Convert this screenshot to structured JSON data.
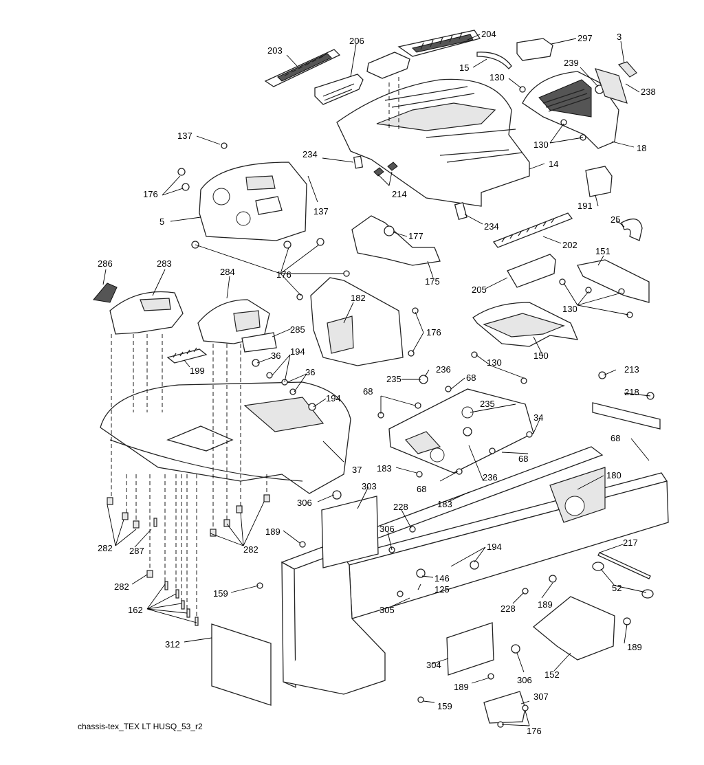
{
  "figure_id": "chassis-tex_TEX LT HUSQ_53_r2",
  "callouts": {
    "c203": "203",
    "c206": "206",
    "c204": "204",
    "c297": "297",
    "c3": "3",
    "c15": "15",
    "c130a": "130",
    "c239": "239",
    "c238": "238",
    "c130b": "130",
    "c18": "18",
    "c137a": "137",
    "c234a": "234",
    "c14": "14",
    "c176a": "176",
    "c214": "214",
    "c137b": "137",
    "c191": "191",
    "c5": "5",
    "c177": "177",
    "c234b": "234",
    "c25": "25",
    "c202": "202",
    "c151": "151",
    "c286": "286",
    "c283": "283",
    "c284": "284",
    "c176b": "176",
    "c175": "175",
    "c182": "182",
    "c205": "205",
    "c130c": "130",
    "c176c": "176",
    "c285": "285",
    "c150": "150",
    "c36a": "36",
    "c194a": "194",
    "c199": "199",
    "c36b": "36",
    "c236a": "236",
    "c235a": "235",
    "c68a": "68",
    "c130d": "130",
    "c213": "213",
    "c68b": "68",
    "c194b": "194",
    "c235b": "235",
    "c218": "218",
    "c34": "34",
    "c68c": "68",
    "c68d": "68",
    "c183a": "183",
    "c180": "180",
    "c37": "37",
    "c68e": "68",
    "c236b": "236",
    "c303": "303",
    "c183b": "183",
    "c306a": "306",
    "c228a": "228",
    "c189a": "189",
    "c306b": "306",
    "c194c": "194",
    "c217": "217",
    "c282a": "282",
    "c287": "287",
    "c282b": "282",
    "c146": "146",
    "c125": "125",
    "c52": "52",
    "c282c": "282",
    "c159a": "159",
    "c162": "162",
    "c305": "305",
    "c228b": "228",
    "c189b": "189",
    "c189c": "189",
    "c312": "312",
    "c304": "304",
    "c152": "152",
    "c189d": "189",
    "c306c": "306",
    "c307": "307",
    "c159b": "159",
    "c176d": "176"
  }
}
